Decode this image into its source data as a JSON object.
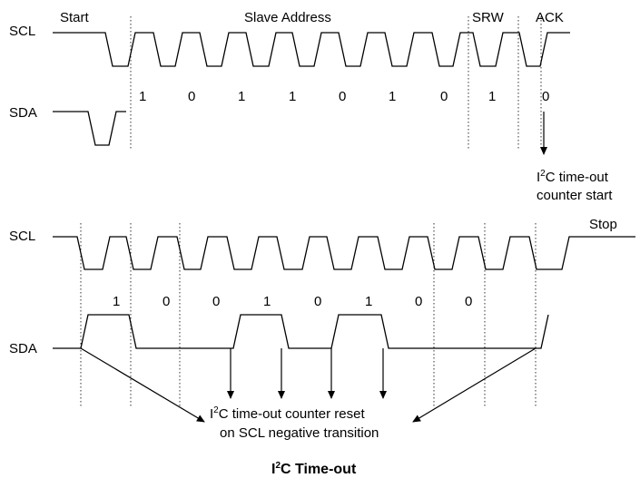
{
  "top": {
    "scl_label": "SCL",
    "sda_label": "SDA",
    "start_label": "Start",
    "slave_address_label": "Slave Address",
    "srw_label": "SRW",
    "ack_label": "ACK",
    "bits": [
      "1",
      "0",
      "1",
      "1",
      "0",
      "1",
      "0",
      "1",
      "0"
    ],
    "note_line1_prefix": "I",
    "note_line1_sup": "2",
    "note_line1_rest": "C time-out",
    "note_line2": "counter start"
  },
  "bottom": {
    "scl_label": "SCL",
    "sda_label": "SDA",
    "stop_label": "Stop",
    "bits": [
      "1",
      "0",
      "0",
      "1",
      "0",
      "1",
      "0",
      "0"
    ],
    "note_line1_prefix": "I",
    "note_line1_sup": "2",
    "note_line1_rest": "C time-out counter reset",
    "note_line2": "on SCL negative transition"
  },
  "title": {
    "prefix": "I",
    "sup": "2",
    "rest": "C Time-out"
  }
}
